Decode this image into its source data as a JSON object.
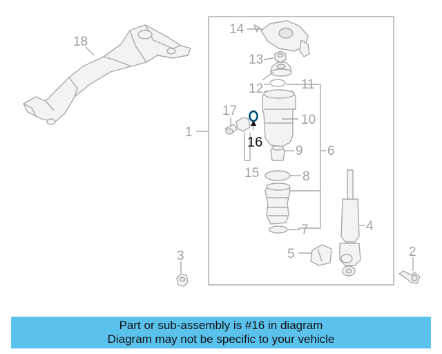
{
  "callouts": {
    "c1": "1",
    "c2": "2",
    "c3": "3",
    "c4": "4",
    "c5": "5",
    "c6": "6",
    "c7": "7",
    "c8": "8",
    "c9": "9",
    "c10": "10",
    "c11": "11",
    "c12": "12",
    "c13": "13",
    "c14": "14",
    "c15": "15",
    "c16": "16",
    "c17": "17",
    "c18": "18"
  },
  "highlighted_part": "16",
  "colors": {
    "highlight_part": "#1a8fd4",
    "banner_background": "#5bc2ee",
    "line_art": "#a9a9a9"
  },
  "banner": {
    "line1": "Part or sub-assembly is #16 in diagram",
    "line2": "Diagram may not be specific to your vehicle"
  }
}
